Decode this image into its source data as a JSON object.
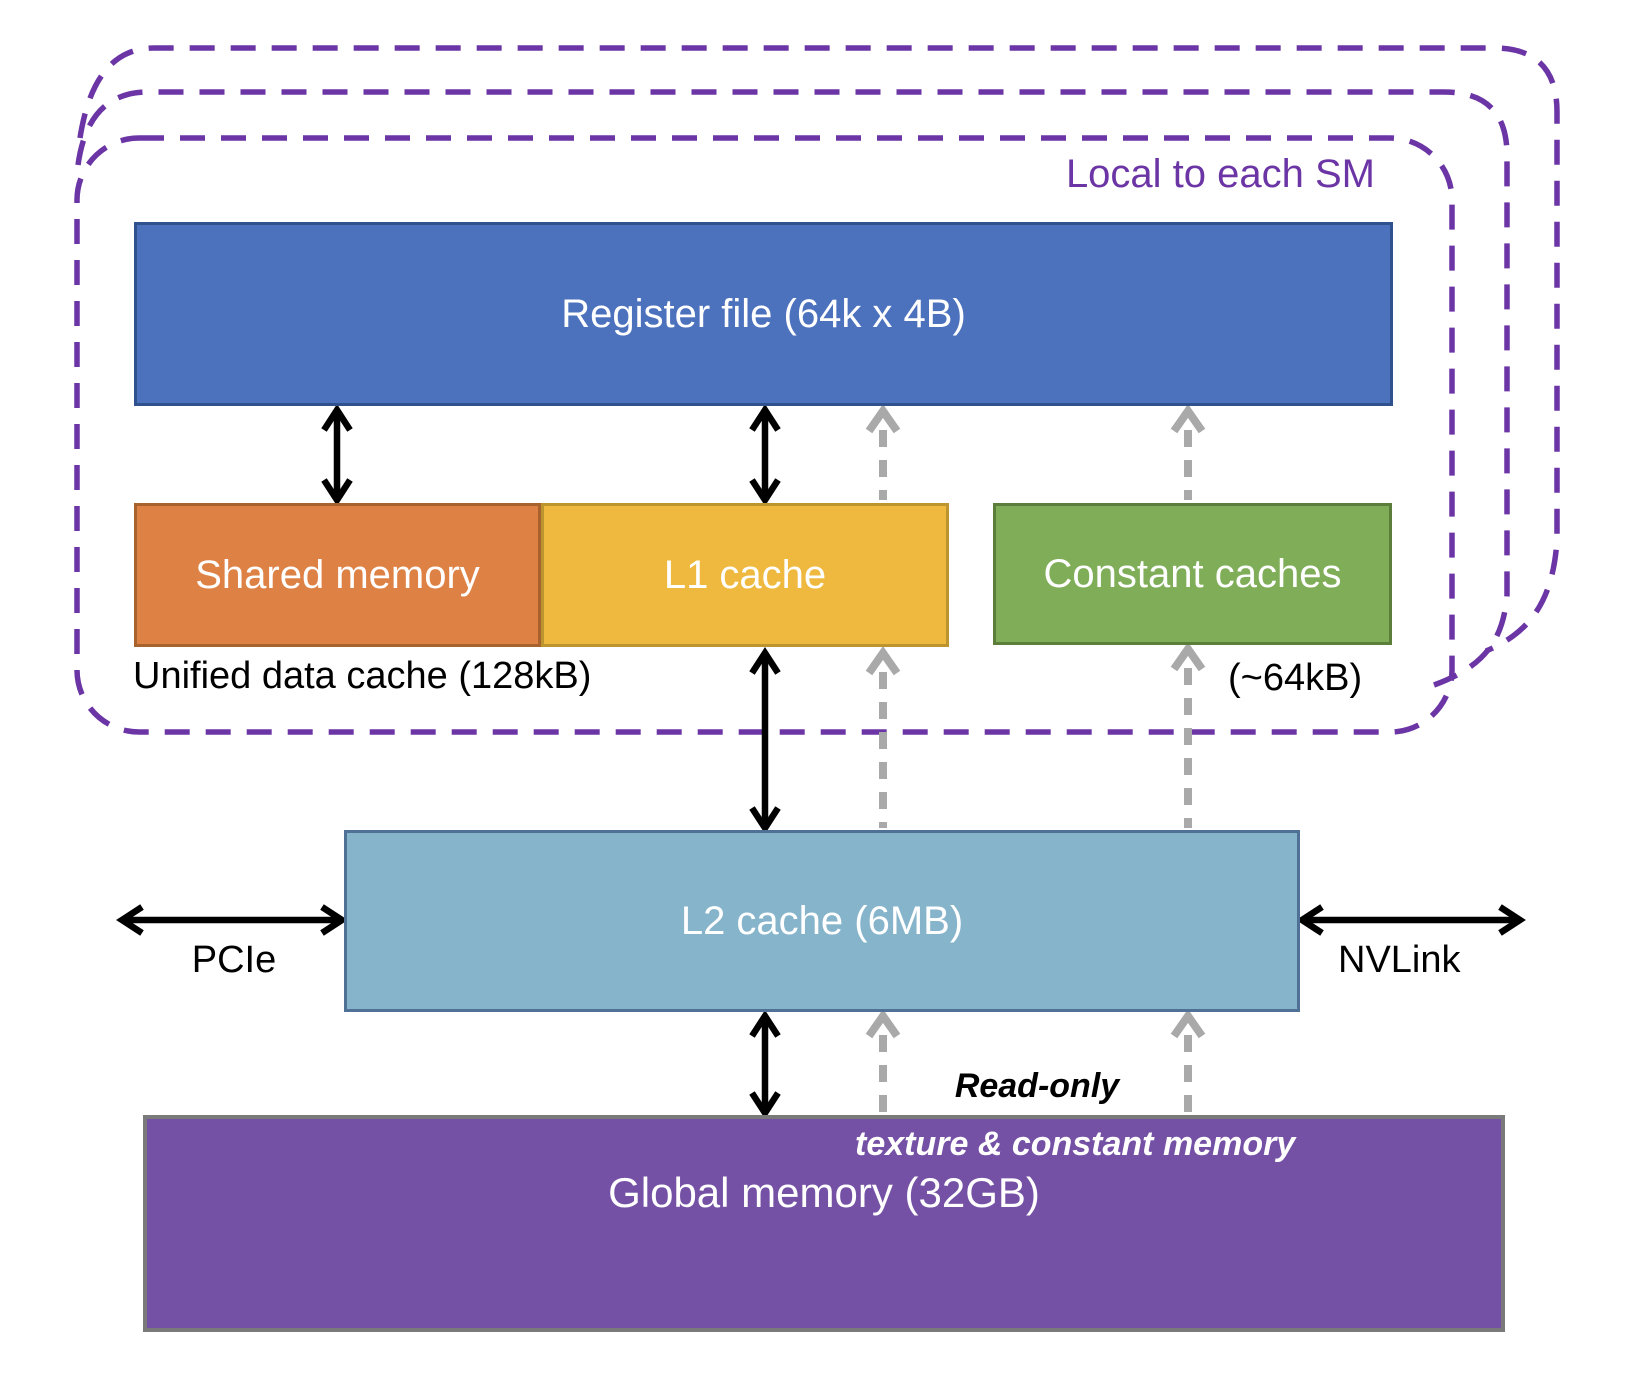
{
  "sm_label": "Local to each SM",
  "boxes": {
    "register": {
      "label": "Register file (64k x 4B)",
      "fill": "#4C72BE",
      "border": "#2F528F"
    },
    "shared": {
      "label": "Shared memory",
      "fill": "#DE8145",
      "border": "#A8622E"
    },
    "l1": {
      "label": "L1 cache",
      "fill": "#EFB93F",
      "border": "#BC952F"
    },
    "constant": {
      "label": "Constant caches",
      "fill": "#7FAD58",
      "border": "#5B7E3A"
    },
    "l2": {
      "label": "L2 cache (6MB)",
      "fill": "#85B4CB",
      "border": "#4F7196"
    },
    "global": {
      "label": "Global memory (32GB)",
      "fill": "#7451A5",
      "border": "#7A7A7A"
    }
  },
  "captions": {
    "unified": "Unified data cache (128kB)",
    "constant_size": "(~64kB)",
    "pcie": "PCIe",
    "nvlink": "NVLink",
    "read_only": "Read-only",
    "texture_constant": "texture & constant memory"
  },
  "colors": {
    "sm_outline": "#6B35A5",
    "readonly_arrow": "#A9A9A9",
    "black_arrow": "#000000"
  }
}
